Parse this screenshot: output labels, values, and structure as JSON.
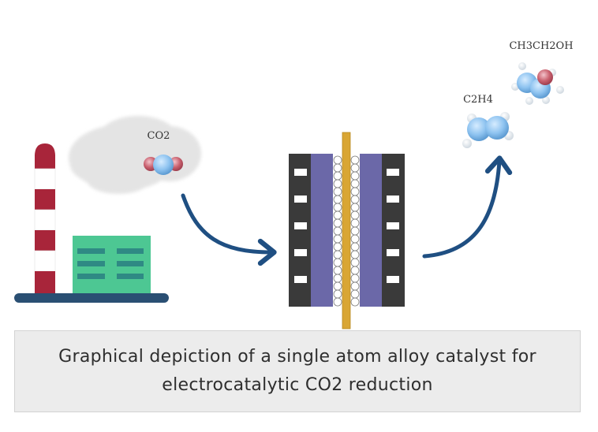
{
  "labels": {
    "co2": "CO2",
    "c2h4": "C2H4",
    "ethanol": "CH3CH2OH"
  },
  "caption": "Graphical depiction of a single atom alloy catalyst for electrocatalytic CO2 reduction",
  "icons": {
    "factory": "factory-icon",
    "smoke": "smoke-cloud-icon",
    "co2_molecule": "co2-molecule-icon",
    "electrolyzer": "electrolyzer-cell-icon",
    "c2h4_molecule": "ethylene-molecule-icon",
    "ethanol_molecule": "ethanol-molecule-icon",
    "arrows": "flow-arrow-icon"
  },
  "colors": {
    "chimney_red": "#a8253a",
    "building_green": "#4dc793",
    "ground_blue": "#2a4f73",
    "arrow_blue": "#1f4f82",
    "electrode_dark": "#3a3a3a",
    "membrane_purple": "#6b68a8",
    "catalyst_gold": "#d9a634",
    "carbon_blue": "#8ec3f0",
    "oxygen_pink": "#c9606e",
    "caption_bg": "#ececec"
  }
}
